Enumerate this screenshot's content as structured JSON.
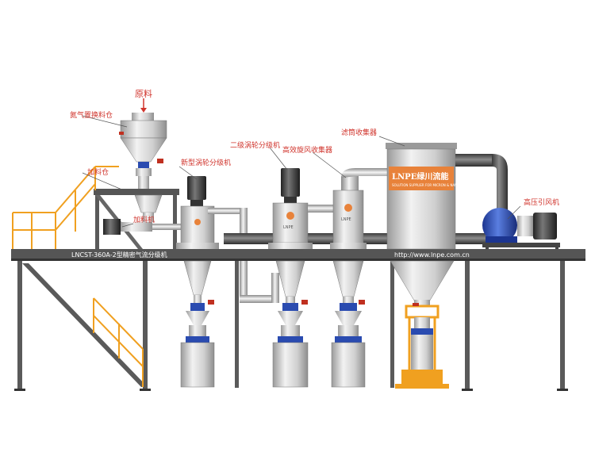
{
  "labels": {
    "raw_material": "原料",
    "nitrogen_bin": "氮气置换料仓",
    "feeding_platform": "加料仓",
    "feeder": "加料机",
    "new_classifier": "新型涡轮分级机",
    "secondary_classifier": "二级涡轮分级机",
    "cyclone": "高效旋风收集器",
    "bag_filter": "滤筒收集器",
    "fan": "高压引风机"
  },
  "beam_caption": "LNCST-360A-2型精密气流分级机",
  "website": "http://www.lnpe.com.cn",
  "brand": {
    "logo_text": "LNPE绿川流能",
    "tagline": "SOLUTION SUPPLIER FOR MICRON & NANO POWDER"
  },
  "badge_text": "LNPE",
  "colors": {
    "label_red": "#d0342c",
    "steel_dark": "#4a4a4a",
    "railing_orange": "#f0a020",
    "brand_orange": "#e8823a",
    "fan_blue": "#2a4bb0"
  }
}
